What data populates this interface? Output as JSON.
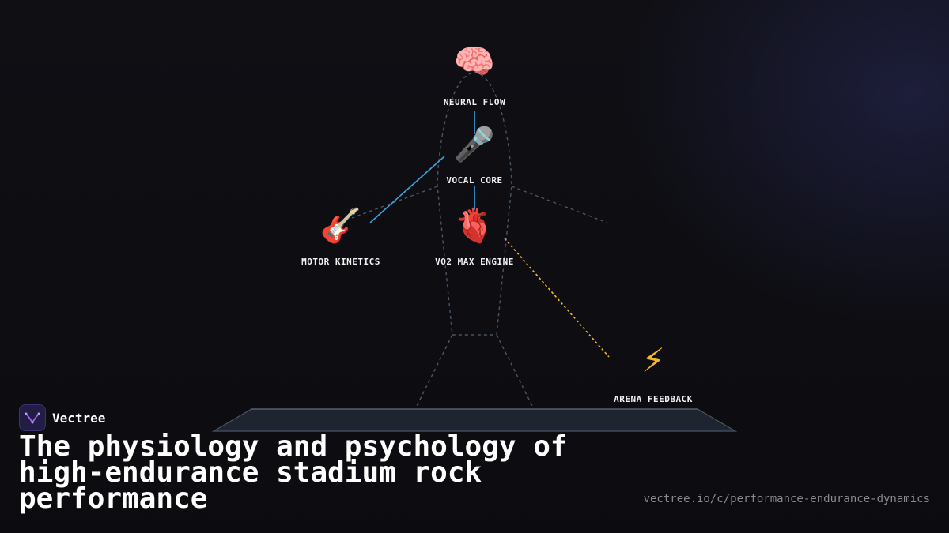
{
  "nodes": {
    "neural_flow": {
      "label": "NEURAL FLOW",
      "icon": "brain-icon",
      "glyph": "🧠"
    },
    "vocal_core": {
      "label": "VOCAL CORE",
      "icon": "microphone-icon",
      "glyph": "🎤"
    },
    "motor_kinetics": {
      "label": "MOTOR KINETICS",
      "icon": "guitar-icon",
      "glyph": "🎸"
    },
    "vo2_max_engine": {
      "label": "VO2 MAX ENGINE",
      "icon": "anatomical-heart-icon",
      "glyph": "🫀"
    },
    "arena_feedback": {
      "label": "ARENA FEEDBACK",
      "icon": "lightning-icon",
      "glyph": "⚡"
    }
  },
  "colors": {
    "background": "#0f0f14",
    "connector_blue": "#3aa3e0",
    "connector_gold": "#f0b72a",
    "silhouette": "#4a5566",
    "stage": "#1e2430",
    "brand_logo_bg": "#221d44",
    "brand_logo_accent": "#a86bff"
  },
  "brand": {
    "name": "Vectree",
    "logo_icon": "vectree-logo-icon"
  },
  "title": "The physiology and psychology of high-endurance stadium rock performance",
  "url": "vectree.io/c/performance-endurance-dynamics"
}
